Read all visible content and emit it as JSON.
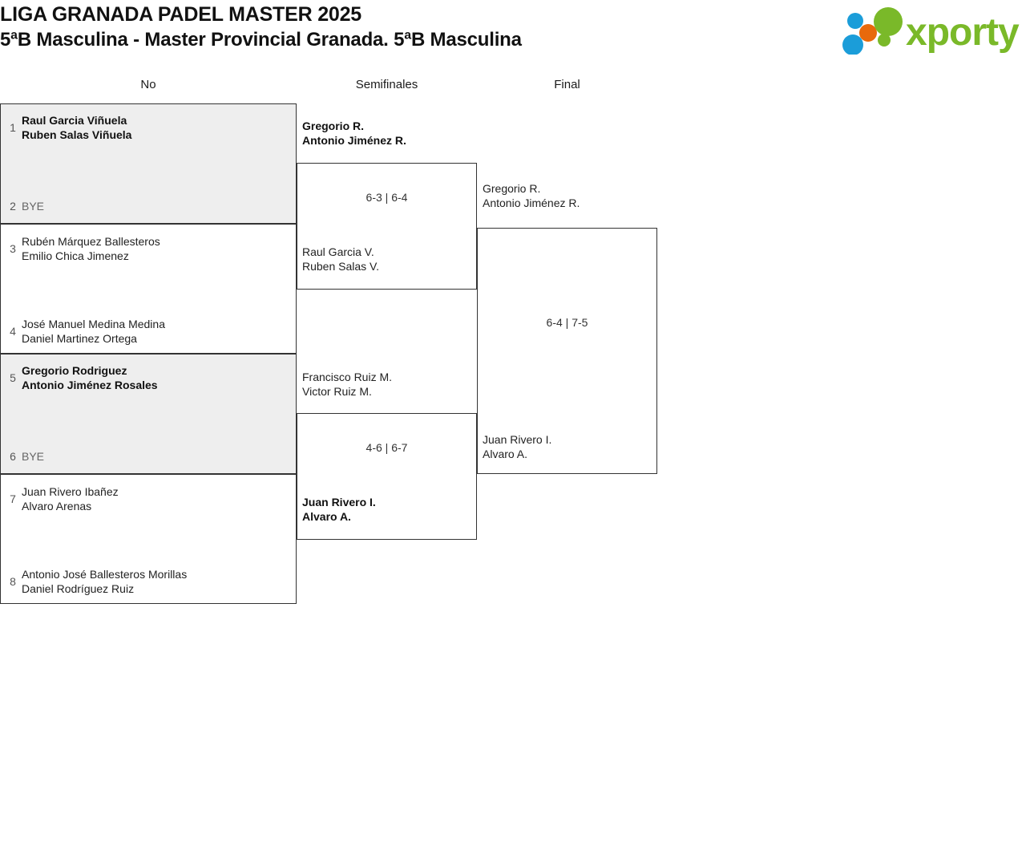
{
  "header": {
    "title": "LIGA GRANADA PADEL MASTER 2025",
    "subtitle": "5ªB Masculina - Master Provincial Granada. 5ªB Masculina"
  },
  "logo": {
    "text": "xporty",
    "green": "#7AB929",
    "blue": "#1B9DD9",
    "orange": "#E8690B"
  },
  "columns": {
    "seeds": "No",
    "semifinals": "Semifinales",
    "final": "Final"
  },
  "bracket": {
    "round1": [
      {
        "seed": "1",
        "line1": "Raul Garcia Viñuela",
        "line2": "Ruben Salas Viñuela",
        "winner": true,
        "bye": false
      },
      {
        "seed": "2",
        "line1": "BYE",
        "line2": "",
        "winner": false,
        "bye": true
      },
      {
        "seed": "3",
        "line1": "Rubén Márquez Ballesteros",
        "line2": "Emilio Chica Jimenez",
        "winner": false,
        "bye": false
      },
      {
        "seed": "4",
        "line1": "José Manuel Medina Medina",
        "line2": "Daniel Martinez Ortega",
        "winner": false,
        "bye": false
      },
      {
        "seed": "5",
        "line1": "Gregorio Rodriguez",
        "line2": "Antonio Jiménez Rosales",
        "winner": true,
        "bye": false
      },
      {
        "seed": "6",
        "line1": "BYE",
        "line2": "",
        "winner": false,
        "bye": true
      },
      {
        "seed": "7",
        "line1": "Juan Rivero Ibañez",
        "line2": "Alvaro Arenas",
        "winner": false,
        "bye": false
      },
      {
        "seed": "8",
        "line1": "Antonio José Ballesteros Morillas",
        "line2": "Daniel Rodríguez Ruiz",
        "winner": false,
        "bye": false
      }
    ],
    "semifinals": [
      {
        "score": "6-3 | 6-4",
        "top": {
          "line1": "Gregorio R.",
          "line2": "Antonio Jiménez R.",
          "winner": true
        },
        "bottom": {
          "line1": "Raul Garcia V.",
          "line2": "Ruben Salas V.",
          "winner": false
        }
      },
      {
        "score": "4-6 | 6-7",
        "top": {
          "line1": "Francisco Ruiz M.",
          "line2": "Victor Ruiz M.",
          "winner": false
        },
        "bottom": {
          "line1": "Juan Rivero I.",
          "line2": "Alvaro A.",
          "winner": true
        }
      }
    ],
    "final": {
      "score": "6-4 | 7-5",
      "top": {
        "line1": "Gregorio R.",
        "line2": "Antonio Jiménez R.",
        "winner": true
      },
      "bottom": {
        "line1": "Juan Rivero I.",
        "line2": "Alvaro A.",
        "winner": false
      }
    }
  }
}
